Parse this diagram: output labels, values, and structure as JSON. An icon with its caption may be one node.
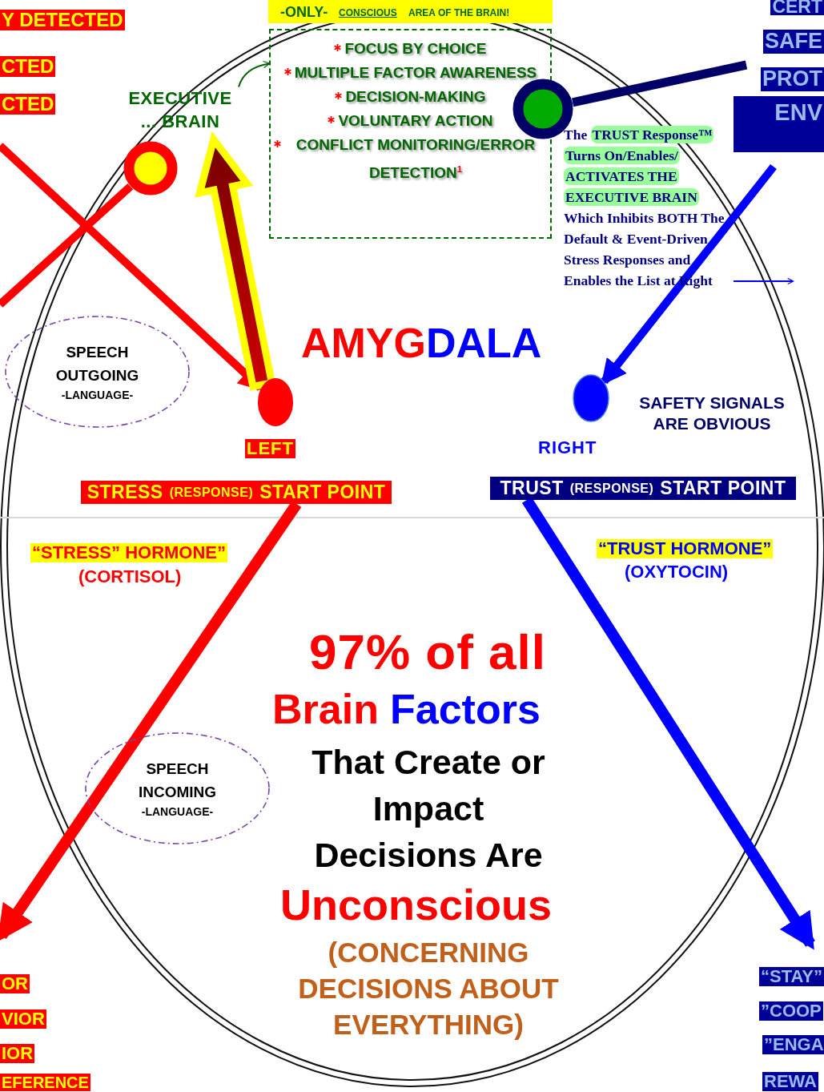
{
  "diagram": {
    "nodes": [
      {
        "text": [
          "EXECUTIVE ... BRAIN"
        ]
      },
      {
        "text": [
          "FOCUS BY CHOICE",
          "MULTIPLE FACTOR AWARENESS",
          "DECISION-MAKING",
          "VOLUNTARY ACTION",
          "CONFLICT MONITORING/ERROR DETECTION$^{1}$"
        ]
      },
      {
        "text": [],
        "shape": "circle"
      },
      {
        "text": [],
        "shape": "circle"
      },
      {
        "text": [],
        "shape": "circle",
        "beside": [
          "LEFT"
        ]
      },
      {
        "text": [],
        "shape": "circle",
        "beside": [
          "RIGHT"
        ]
      },
      {
        "text": [
          "SPEECH OUTGOING",
          "-LANGUAGE-"
        ]
      },
      {
        "text": [
          "SPEECH INCOMING",
          "-LANGUAGE-"
        ]
      },
      {
        "text": [
          "The",
          "TRUST Response™ Turns On/Enables/ ACTIVATES THE EXECUTIVE BRAIN",
          "Which Inhibits BOTH The Default & Event-Driven Stress Responses and Enables the List at Right"
        ]
      },
      {
        "text": [
          "STRESS",
          "(RESPONSE)",
          "START POINT"
        ]
      },
      {
        "text": [
          "TRUST",
          "(RESPONSE)",
          "START POINT"
        ]
      }
    ],
    "edges": [
      {
        "from": 0,
        "to": 1,
        "arrow": "to",
        "color": "#006400"
      },
      {
        "from": 2,
        "to": null,
        "arrow": "none"
      },
      {
        "from": 3,
        "to": null,
        "arrow": "none",
        "color": "#000066"
      },
      {
        "from": null,
        "to": 4,
        "arrow": "to"
      },
      {
        "from": 4,
        "to": 0,
        "arrow": "to",
        "style": "thick",
        "color": "#990000"
      },
      {
        "from": null,
        "to": 5,
        "arrow": "to",
        "color": "#0000ff"
      },
      {
        "from": 8,
        "to": null,
        "arrow": "to",
        "color": "#0000ff"
      },
      {
        "from": 9,
        "to": null,
        "arrow": "to"
      },
      {
        "from": 10,
        "to": null,
        "arrow": "to",
        "color": "#0000ff"
      }
    ],
    "labels": [
      "Y DETECTED",
      "-ONLY-",
      "CONSCIOUS",
      "AREA OF THE BRAIN!",
      "CERT",
      "SAFE",
      "CTED",
      "PROT",
      "CTED",
      "ENV",
      "AMYG",
      "DALA",
      "SAFETY SIGNALS ARE OBVIOUS",
      "“STRESS” HORMONE”",
      "“TRUST HORMONE”",
      "(CORTISOL)",
      "(OXYTOCIN)",
      "97% of all",
      "Brain",
      "Factors",
      "That Create or Impact Decisions Are",
      "Unconscious",
      "(CONCERNING DECISIONS ABOUT EVERYTHING)",
      "“STAY”",
      "OR",
      "”COOP",
      "VIOR",
      "”ENGA",
      "IOR",
      "EFERENCE",
      "REWA"
    ]
  }
}
